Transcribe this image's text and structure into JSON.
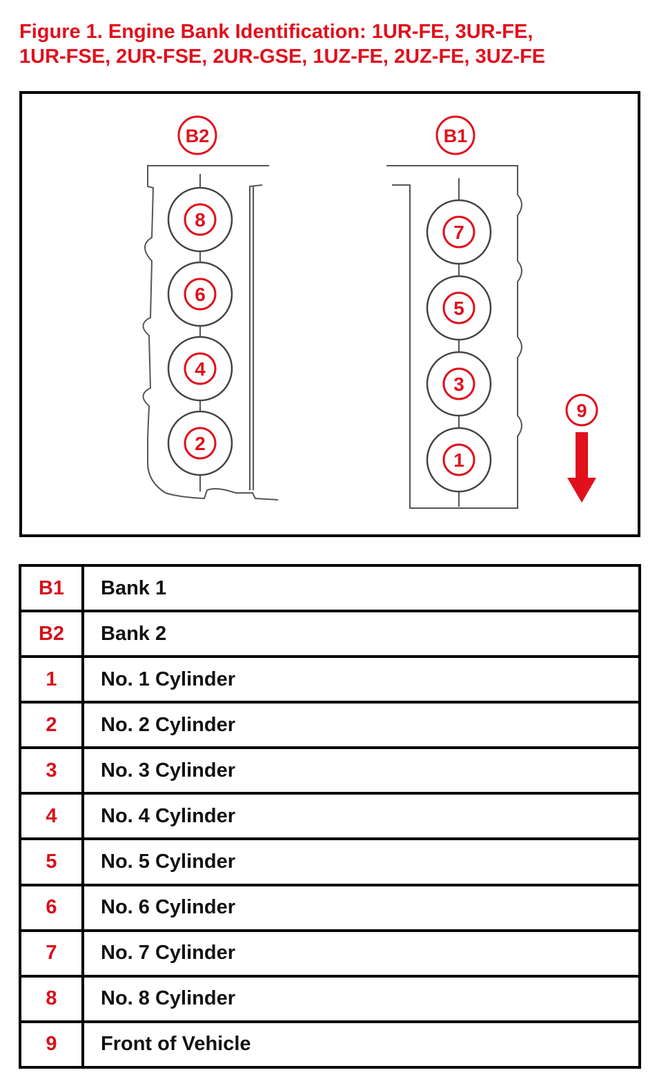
{
  "title": {
    "line1": "Figure 1. Engine Bank Identification: 1UR-FE, 3UR-FE,",
    "line2": "1UR-FSE, 2UR-FSE, 2UR-GSE, 1UZ-FE, 2UZ-FE, 3UZ-FE"
  },
  "diagram": {
    "bank_left_label": "B2",
    "bank_right_label": "B1",
    "left_cylinders": [
      "8",
      "6",
      "4",
      "2"
    ],
    "right_cylinders": [
      "7",
      "5",
      "3",
      "1"
    ],
    "front_label": "9",
    "colors": {
      "accent": "#e0101c",
      "outline": "#000000",
      "drawing": "#555555"
    }
  },
  "legend": {
    "rows": [
      {
        "code": "B1",
        "desc": "Bank 1"
      },
      {
        "code": "B2",
        "desc": "Bank 2"
      },
      {
        "code": "1",
        "desc": "No. 1 Cylinder"
      },
      {
        "code": "2",
        "desc": "No. 2 Cylinder"
      },
      {
        "code": "3",
        "desc": "No. 3 Cylinder"
      },
      {
        "code": "4",
        "desc": "No. 4 Cylinder"
      },
      {
        "code": "5",
        "desc": "No. 5 Cylinder"
      },
      {
        "code": "6",
        "desc": "No. 6 Cylinder"
      },
      {
        "code": "7",
        "desc": "No. 7 Cylinder"
      },
      {
        "code": "8",
        "desc": "No. 8 Cylinder"
      },
      {
        "code": "9",
        "desc": "Front of Vehicle"
      }
    ]
  }
}
